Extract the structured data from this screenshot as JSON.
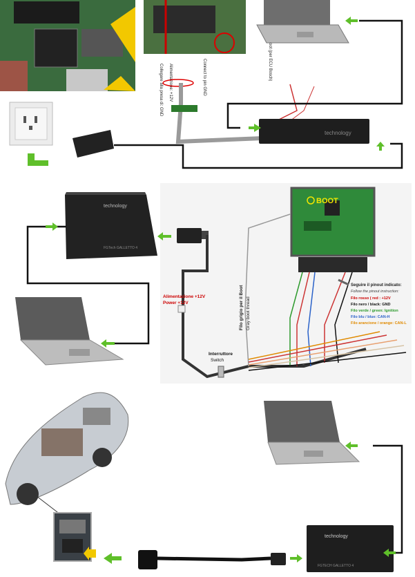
{
  "colors": {
    "wire": "#111111",
    "arrow": "#5fbf2a",
    "pcb": "#2f8a3a",
    "device": "#1e1e1e",
    "annotation_red": "#cc0000",
    "cable_gray": "#9a9a9a"
  },
  "panel1": {
    "label_a": [
      "Collegare alla presa di: GND",
      "Alimentazione: +12V",
      "Boot (per ECU Bosch)"
    ],
    "label_b": "Connect to pin GND",
    "icons": [
      "pcb-photo-icon",
      "wall-socket-icon",
      "power-adapter-icon",
      "laptop-icon",
      "interface-box-icon"
    ]
  },
  "panel2": {
    "boot_label": "BOOT",
    "power_label_line1": "Alimentazione +12V",
    "power_label_line2": "Power +12V",
    "gray_wire_label_line1": "Filo grigio per il Boot",
    "gray_wire_label_line2": "Gray boot thread",
    "switch_label_line1": "Interruttore",
    "switch_label_line2": "Switch",
    "pinout_title": "Seguire il pinout indicato:",
    "pinout_subtitle": "Follow the pinout instruction:",
    "pinout": [
      {
        "text": "Filo rosso ( red : +12V",
        "color": "#cc0000"
      },
      {
        "text": "Filo nero / black: GND",
        "color": "#111111"
      },
      {
        "text": "Filo verde / green: Ignition",
        "color": "#2d9a2d"
      },
      {
        "text": "Filo blu / blue: CAN-H",
        "color": "#2a62c9"
      },
      {
        "text": "Filo arancione / orange: CAN-L",
        "color": "#e08a00"
      }
    ],
    "device_brand": "technology",
    "device_model": "FGTech GALLETTO 4"
  },
  "panel3": {
    "device_brand": "technology",
    "device_model": "FGTECH GALLETTO 4"
  }
}
